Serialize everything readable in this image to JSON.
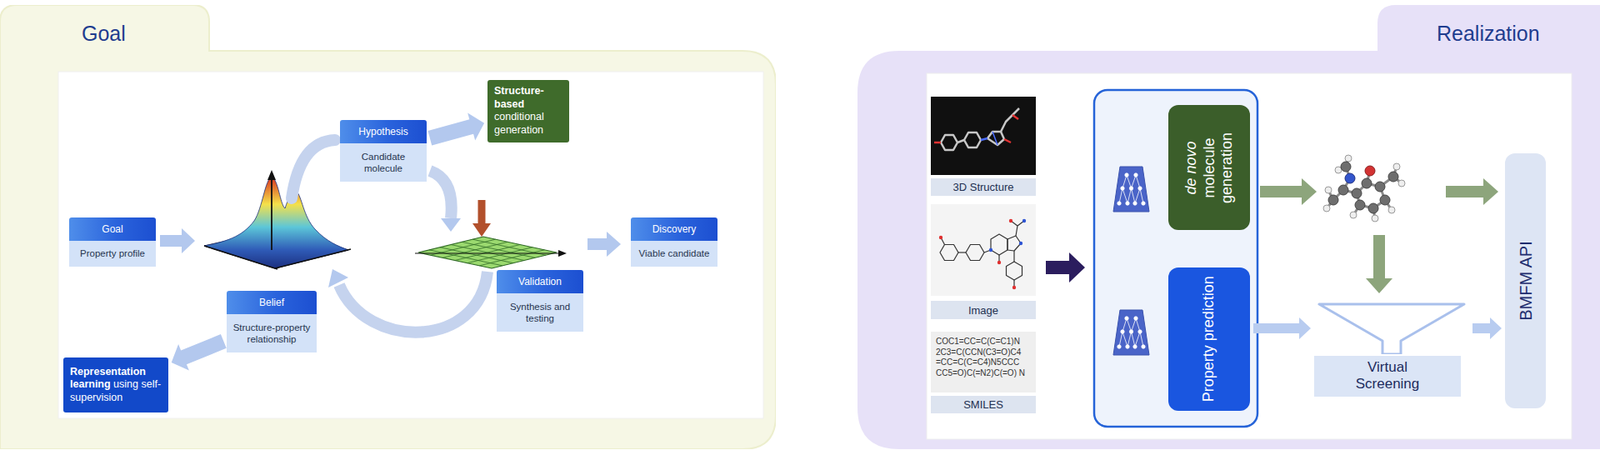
{
  "diagram": {
    "nodes": [
      {
        "text": [
          "Goal"
        ]
      },
      {
        "text": [
          "Goal",
          "Property profile"
        ],
        "in": 0
      },
      {
        "text": [
          "Hypothesis",
          "Candidate molecule"
        ],
        "in": 0
      },
      {
        "text": [
          "Structure-based",
          "conditional generation"
        ],
        "in": 0
      },
      {
        "text": [
          "Belief",
          "Structure-property relationship"
        ],
        "in": 0
      },
      {
        "text": [
          "Validation",
          "Synthesis and testing"
        ],
        "in": 0
      },
      {
        "text": [
          "Discovery",
          "Viable candidate"
        ],
        "in": 0
      },
      {
        "text": [
          "Representation learning",
          "using self-supervision"
        ],
        "in": 0
      },
      {
        "text": [
          "Realization"
        ]
      },
      {
        "text": [
          "3D Structure"
        ],
        "in": 8
      },
      {
        "text": [
          "Image"
        ],
        "in": 8
      },
      {
        "text": [
          "COC1=CC=C(C=C1)N 2C3=C(CCN(C3=O)C4 =CC=C(C=C4)N5CCC CC5=O)C(=N2)C(=O) N",
          "SMILES"
        ],
        "in": 8
      },
      {
        "text": [
          "de novo",
          "molecule generation"
        ],
        "in": 8
      },
      {
        "text": [
          "Property prediction"
        ],
        "in": 8
      },
      {
        "text": [
          "Virtual Screening"
        ],
        "in": 8
      },
      {
        "text": [
          "BMFM API"
        ],
        "in": 8
      }
    ],
    "edges": [
      {
        "from": 2,
        "to": 3,
        "arrow": "to"
      },
      {
        "from": 4,
        "to": 7,
        "arrow": "to"
      },
      {
        "from": 13,
        "to": 14,
        "arrow": "to"
      },
      {
        "from": 14,
        "to": 15,
        "arrow": "to"
      }
    ]
  }
}
